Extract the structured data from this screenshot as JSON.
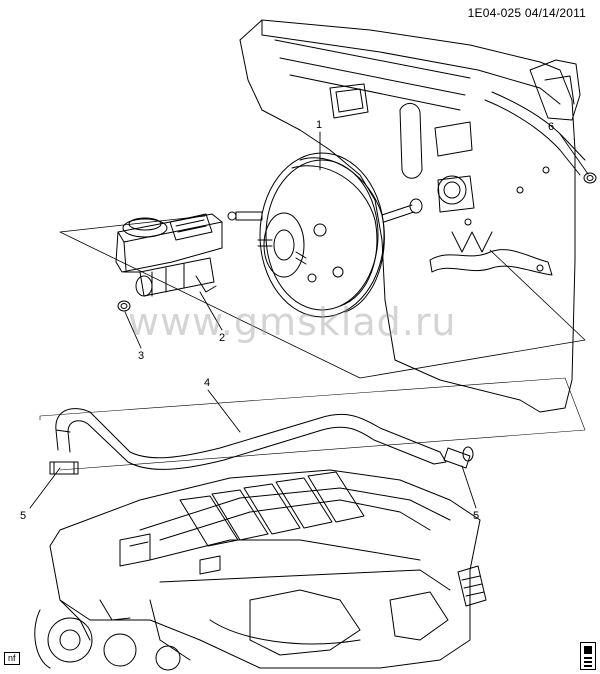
{
  "header": {
    "document_id": "1E04-025",
    "date": "04/14/2011"
  },
  "watermark": "www.gmsklad.ru",
  "callouts": [
    "1",
    "2",
    "3",
    "4",
    "5",
    "5",
    "6"
  ],
  "corner_label": "nf",
  "line_color": "#000000"
}
